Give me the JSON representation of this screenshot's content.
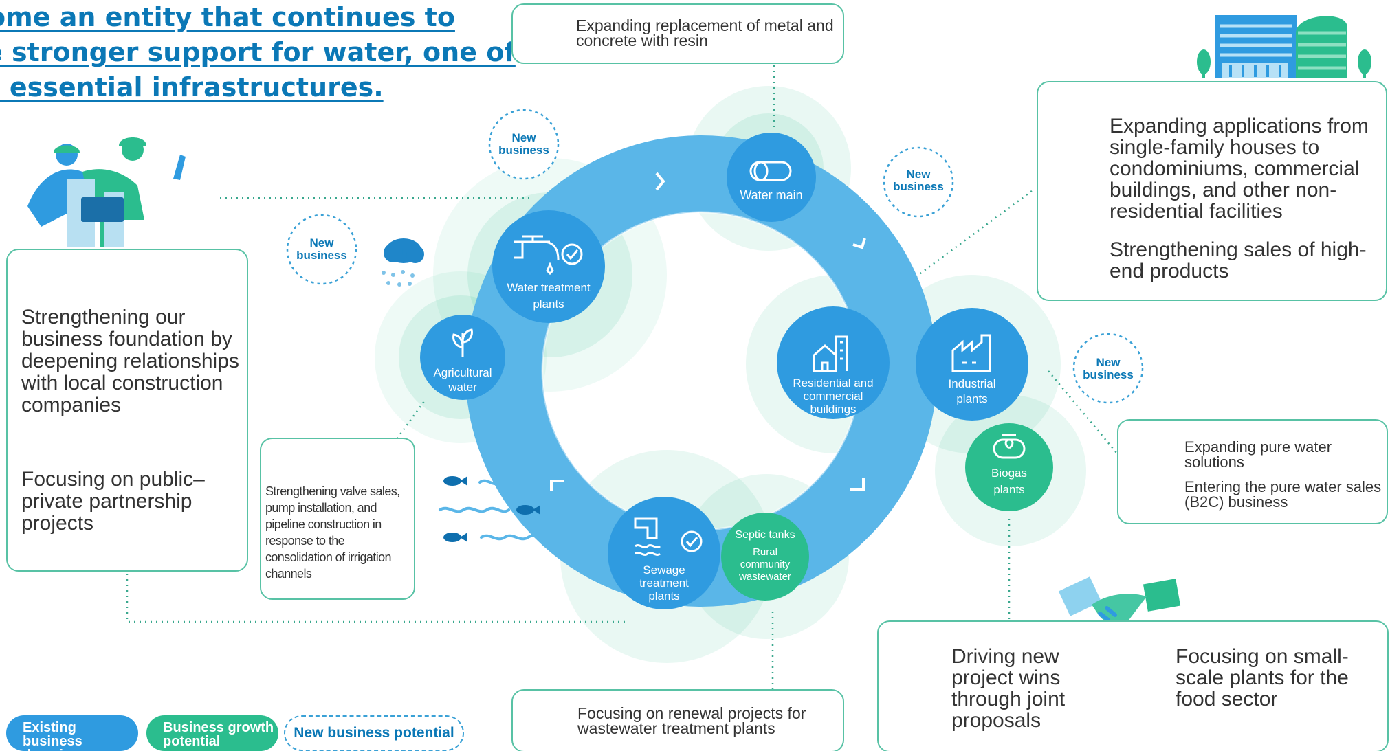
{
  "headline": {
    "line1": "ome an entity that continues to",
    "line2": "e stronger support for water, one of",
    "line3": "s essential infrastructures."
  },
  "nodes": {
    "water_main": "Water main",
    "water_treatment": "Water treatment plants",
    "agricultural": "Agricultural water",
    "residential": "Residential and commercial buildings",
    "industrial": "Industrial plants",
    "biogas": "Biogas plants",
    "sewage": "Sewage treatment plants",
    "septic_title": "Septic tanks",
    "septic_sub": "Rural community wastewater"
  },
  "badges": {
    "new_business": "New business"
  },
  "boxes": {
    "top_center": "Expanding replacement of metal and concrete with resin",
    "top_right_1": "Expanding applications from single-family houses to condominiums, commercial buildings, and other non-residential facilities",
    "top_right_2": "Strengthening sales of high-end products",
    "left_1": "Strengthening our business foundation by deepening relationships with local construction companies",
    "left_2": "Focusing on public–private partnership projects",
    "mid_left": "Strengthening valve sales, pump installation, and pipeline construction in response to the consolidation of irrigation channels",
    "right_middle_1": "Expanding pure water solutions",
    "right_middle_2": "Entering the pure water sales (B2C) business",
    "bottom_center": "Focusing on renewal projects for wastewater treatment plants",
    "bottom_right_1": "Driving new project wins through joint proposals",
    "bottom_right_2": "Focusing on small-scale plants for the food sector"
  },
  "legend": {
    "existing": "Existing business domains",
    "growth": "Business growth potential",
    "new_potential": "New business potential"
  },
  "colors": {
    "existing_blue": "#2f9be0",
    "growth_green": "#2bbd8e",
    "ring_blue": "#5ab6e8",
    "headline_blue": "#0b78b6",
    "box_border": "#58c2a5"
  },
  "icons": [
    "cycle-arrows-icon",
    "faucet-icon",
    "pipe-icon",
    "sprout-icon",
    "building-icon",
    "factory-icon",
    "biogas-tank-icon",
    "sewage-icon",
    "rain-cloud-icon",
    "fish-icon",
    "city-buildings-icon",
    "workers-illustration",
    "handshake-icon"
  ]
}
